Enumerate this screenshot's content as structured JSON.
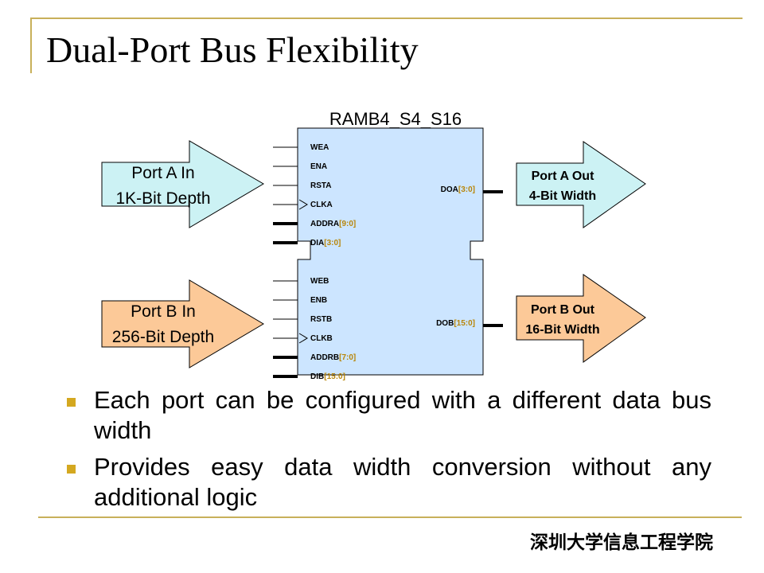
{
  "slide": {
    "title": "Dual-Port Bus Flexibility",
    "footer": "深圳大学信息工程学院"
  },
  "diagram": {
    "block_name": "RAMB4_S4_S16",
    "port_a_in": [
      "Port A In",
      "1K-Bit Depth"
    ],
    "port_b_in": [
      "Port B In",
      "256-Bit Depth"
    ],
    "port_a_out": [
      "Port A Out",
      "4-Bit Width"
    ],
    "port_b_out": [
      "Port B Out",
      "16-Bit Width"
    ],
    "port_a_pins": [
      "WEA",
      "ENA",
      "RSTA",
      "CLKA"
    ],
    "port_b_pins": [
      "WEB",
      "ENB",
      "RSTB",
      "CLKB"
    ],
    "addra": {
      "name": "ADDRA",
      "range": "[9:0]"
    },
    "dia": {
      "name": "DIA",
      "range": "[3:0]"
    },
    "addrb": {
      "name": "ADDRB",
      "range": "[7:0]"
    },
    "dib": {
      "name": "DIB",
      "range": "[15:0]"
    },
    "doa": {
      "name": "DOA",
      "range": "[3:0]"
    },
    "dob": {
      "name": "DOB",
      "range": "[15:0]"
    },
    "colors": {
      "block_fill": "#cce5ff",
      "port_a_fill": "#ccf2f4",
      "port_b_fill": "#fcc998",
      "bus_range": "#b8860b",
      "bullet": "#d4a820",
      "rule": "#c8b05a"
    }
  },
  "bullets": [
    "Each port can be configured with a different data bus width",
    "Provides easy data width conversion without any additional logic"
  ]
}
